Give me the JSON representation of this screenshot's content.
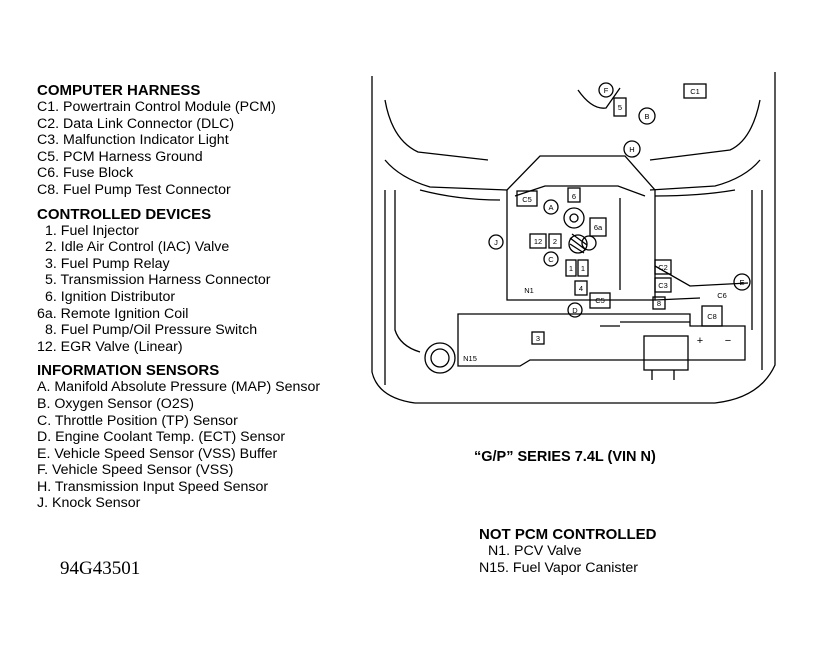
{
  "legend": {
    "computer_harness": {
      "heading": "COMPUTER HARNESS",
      "items": [
        "C1. Powertrain Control Module (PCM)",
        "C2. Data Link Connector (DLC)",
        "C3. Malfunction Indicator Light",
        "C5. PCM Harness Ground",
        "C6. Fuse Block",
        "C8. Fuel Pump Test Connector"
      ]
    },
    "controlled_devices": {
      "heading": "CONTROLLED DEVICES",
      "items": [
        "1. Fuel Injector",
        "2. Idle Air Control (IAC) Valve",
        "3. Fuel Pump Relay",
        "5. Transmission Harness Connector",
        "6. Ignition Distributor",
        "6a. Remote Ignition Coil",
        "8. Fuel Pump/Oil Pressure Switch",
        "12. EGR Valve (Linear)"
      ]
    },
    "information_sensors": {
      "heading": "INFORMATION SENSORS",
      "items": [
        "A. Manifold Absolute Pressure (MAP) Sensor",
        "B. Oxygen Sensor (O2S)",
        "C. Throttle Position (TP) Sensor",
        "D. Engine Coolant Temp. (ECT) Sensor",
        "E. Vehicle Speed Sensor (VSS) Buffer",
        "F. Vehicle Speed Sensor (VSS)",
        "H. Transmission Input Speed Sensor",
        "J. Knock Sensor"
      ]
    }
  },
  "figure_code": "94G43501",
  "series_title": "“G/P” SERIES 7.4L (VIN N)",
  "not_pcm": {
    "heading": "NOT PCM CONTROLLED",
    "items": [
      "N1. PCV Valve",
      "N15. Fuel Vapor Canister"
    ]
  },
  "diagram_labels": {
    "c1": "C1",
    "f": "F",
    "five_top": "5",
    "b": "B",
    "h": "H",
    "c5_top": "C5",
    "a": "A",
    "six": "6",
    "six_a": "6a",
    "j": "J",
    "twelve": "12",
    "two": "2",
    "c": "C",
    "one_a": "1",
    "one_b": "1",
    "c2": "C2",
    "c3": "C3",
    "e": "E",
    "c6": "C6",
    "eight": "8",
    "n1": "N1",
    "four": "4",
    "c5_low": "C5",
    "d": "D",
    "c8": "C8",
    "three": "3",
    "n15": "N15",
    "plus": "+",
    "minus": "−"
  }
}
